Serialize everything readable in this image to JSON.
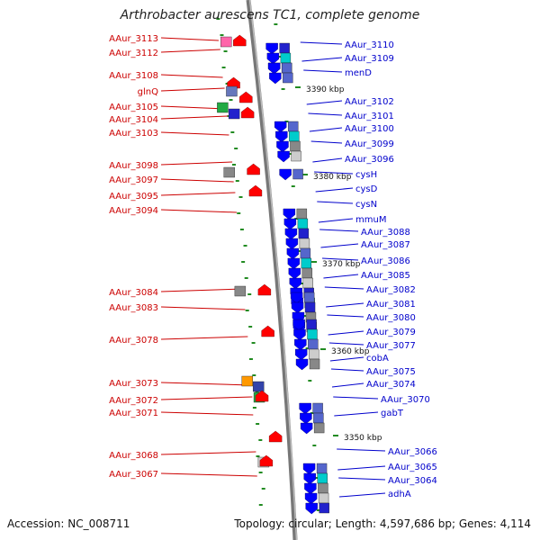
{
  "title": "Arthrobacter aurescens TC1, complete genome",
  "accession_text": "Accession: NC_008711",
  "topology_text": "Topology: circular; Length: 4,597,686 bp; Genes: 4,114",
  "colors": {
    "reverse_label": "#cc0000",
    "forward_label": "#0000cc",
    "reverse_gene": "#ff0000",
    "forward_gene": "#0000ff",
    "backbone": "#888888",
    "tick": "#228b22"
  },
  "kbp_ticks": [
    "3390 kbp",
    "3380 kbp",
    "3370 kbp",
    "3360 kbp",
    "3350 kbp"
  ],
  "reverse_genes": [
    "AAur_3113",
    "AAur_3112",
    "AAur_3108",
    "glnQ",
    "AAur_3105",
    "AAur_3104",
    "AAur_3103",
    "AAur_3098",
    "AAur_3097",
    "AAur_3095",
    "AAur_3094",
    "AAur_3084",
    "AAur_3083",
    "AAur_3078",
    "AAur_3073",
    "AAur_3072",
    "AAur_3071",
    "AAur_3068",
    "AAur_3067"
  ],
  "forward_genes": [
    "AAur_3110",
    "AAur_3109",
    "menD",
    "AAur_3102",
    "AAur_3101",
    "AAur_3100",
    "AAur_3099",
    "AAur_3096",
    "cysH",
    "cysD",
    "cysN",
    "mmuM",
    "AAur_3088",
    "AAur_3087",
    "AAur_3086",
    "AAur_3085",
    "AAur_3082",
    "AAur_3081",
    "AAur_3080",
    "AAur_3079",
    "AAur_3077",
    "cobA",
    "AAur_3075",
    "AAur_3074",
    "AAur_3070",
    "gabT",
    "AAur_3066",
    "AAur_3065",
    "AAur_3064",
    "adhA"
  ]
}
